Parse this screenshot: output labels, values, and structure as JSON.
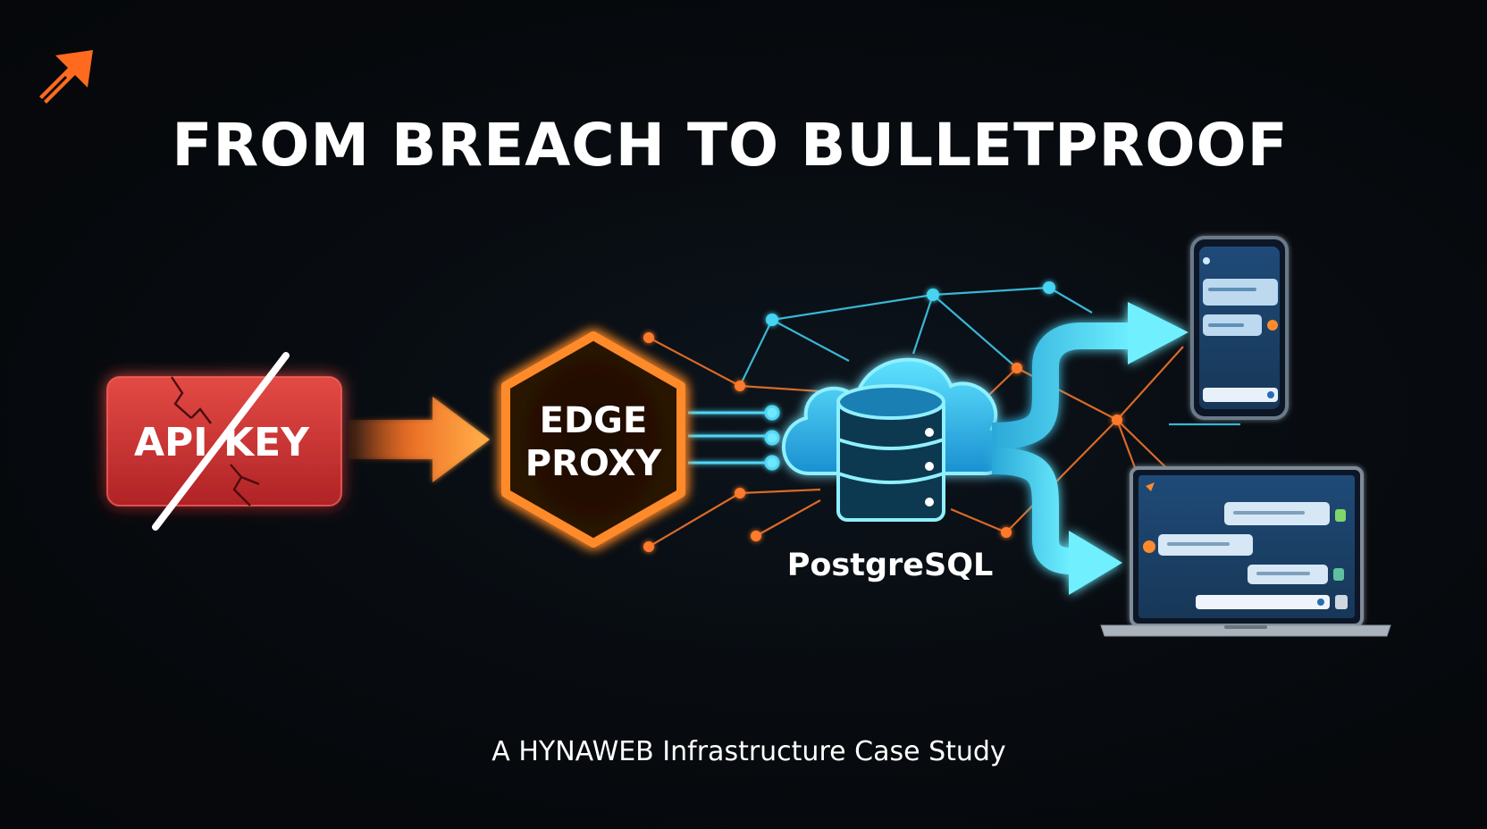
{
  "header": {
    "title": "FROM BREACH TO BULLETPROOF",
    "logo_icon": "orange-diagonal-arrow-icon"
  },
  "diagram": {
    "api_key": {
      "label_left": "API",
      "label_right": "KEY",
      "state": "broken and crossed out"
    },
    "edge_proxy": {
      "line1": "EDGE",
      "line2": "PROXY"
    },
    "database": {
      "label": "PostgreSQL",
      "icon": "cloud-database-icon"
    },
    "clients": [
      "phone-chat-icon",
      "laptop-chat-icon"
    ]
  },
  "footer": {
    "subtitle": "A HYNAWEB Infrastructure Case Study"
  },
  "colors": {
    "background": "#07090d",
    "danger": "#d63a3a",
    "orange": "#ff8a2b",
    "cyan": "#3fd0f0",
    "text": "#ffffff"
  }
}
